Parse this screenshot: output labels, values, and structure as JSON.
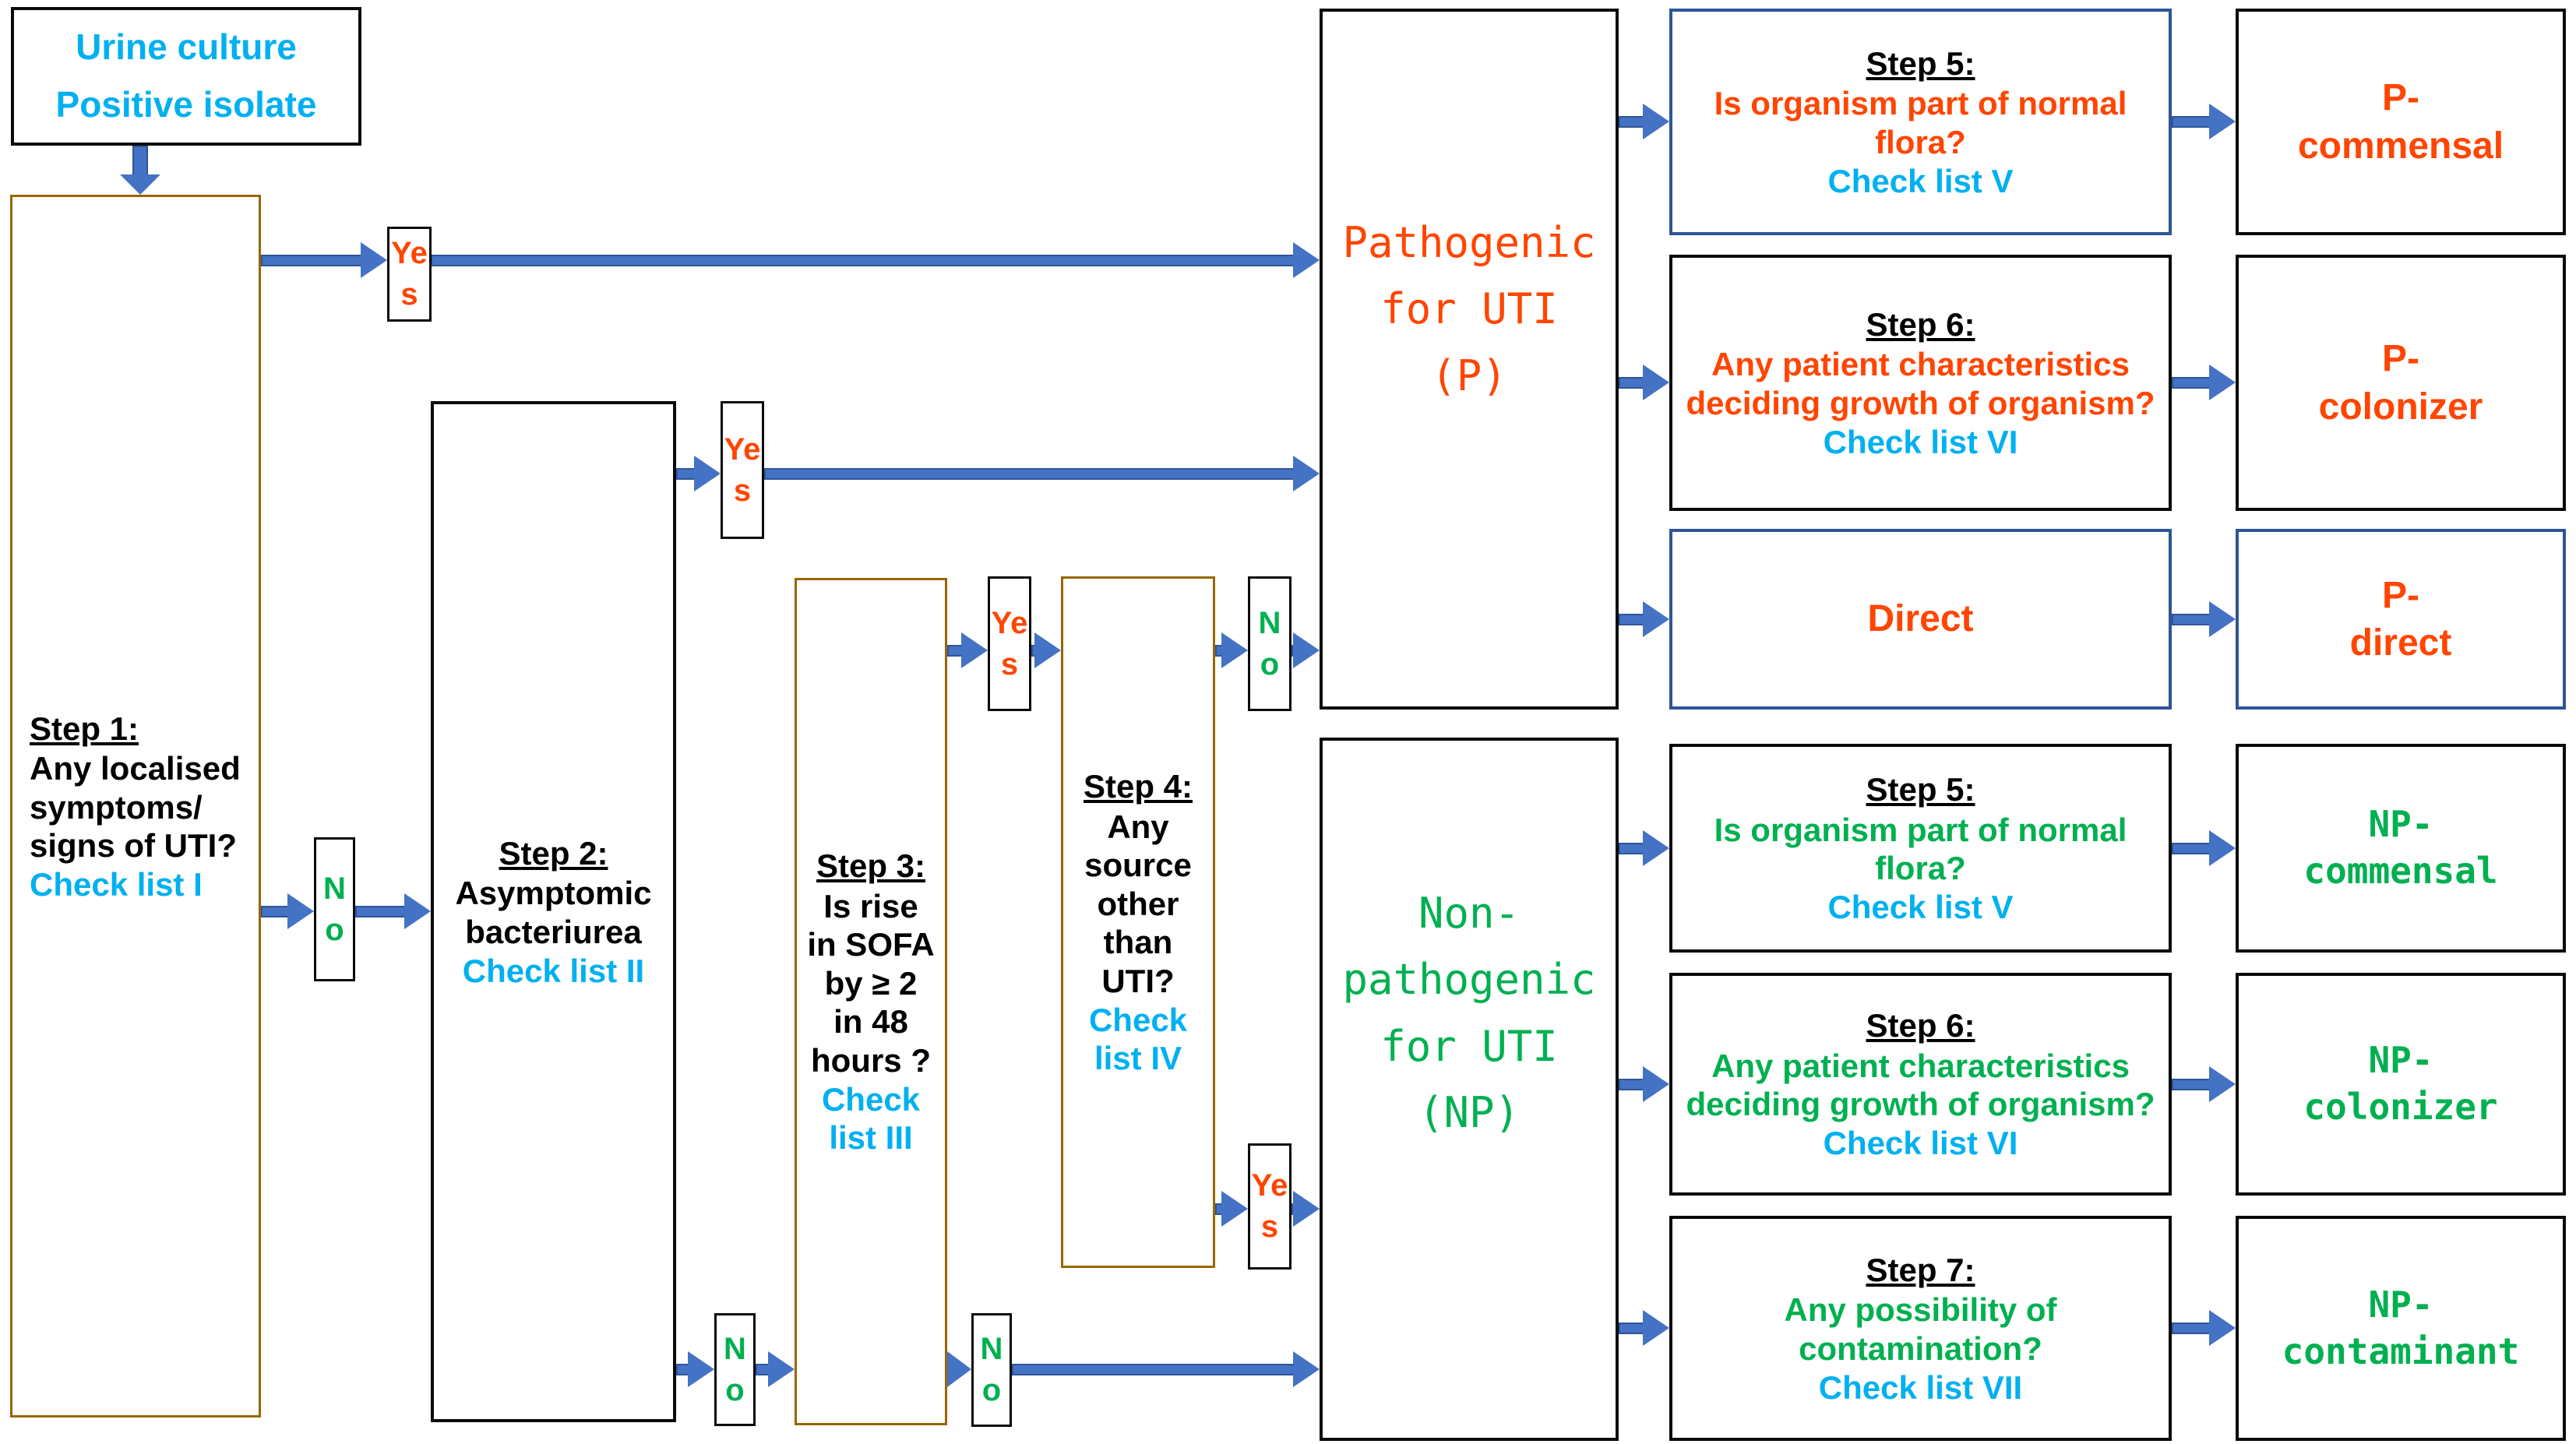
{
  "palette": {
    "orange_text": "#FF4500",
    "green_text": "#00B050",
    "cyan_text": "#00B0F0",
    "arrow_fill": "#4472C4",
    "arrow_edge": "#2E5597",
    "brown_border": "#996600",
    "blue_border": "#2F5597",
    "black_border": "#0A0A0A"
  },
  "start_box": {
    "lines": [
      "Urine culture",
      "Positive isolate"
    ]
  },
  "decision_labels": {
    "yes": "Yes",
    "no": "No"
  },
  "steps": {
    "step1": {
      "title": "Step 1:",
      "question": "Any localised symptoms/ signs of UTI?",
      "check": "Check list I"
    },
    "step2": {
      "title": "Step 2:",
      "question": "Asymptomic bacteriurea",
      "check": "Check list II"
    },
    "step3": {
      "title": "Step 3:",
      "question": "Is rise in SOFA by ≥ 2 in 48 hours ?",
      "check": "Check list III"
    },
    "step4": {
      "title": "Step 4:",
      "question": "Any source other than UTI?",
      "check": "Check list IV"
    },
    "step5_p": {
      "title": "Step 5:",
      "question": "Is organism part of normal flora?",
      "check": "Check list V"
    },
    "step6_p": {
      "title": "Step 6:",
      "question": "Any patient characteristics deciding growth of organism?",
      "check": "Check list VI"
    },
    "step5_np": {
      "title": "Step 5:",
      "question": "Is organism part of normal flora?",
      "check": "Check list V"
    },
    "step6_np": {
      "title": "Step 6:",
      "question": "Any patient characteristics deciding growth of organism?",
      "check": "Check list VI"
    },
    "step7_np": {
      "title": "Step 7:",
      "question": "Any possibility of contamination?",
      "check": "Check list VII"
    }
  },
  "categories": {
    "pathogenic": {
      "lines": [
        "Pathogenic",
        "for UTI",
        "(P)"
      ]
    },
    "non_pathogenic": {
      "lines": [
        "Non-",
        "pathogenic",
        "for UTI",
        "(NP)"
      ]
    }
  },
  "direct_label": "Direct",
  "outcomes": {
    "p_commensal": {
      "lines": [
        "P-",
        "commensal"
      ]
    },
    "p_colonizer": {
      "lines": [
        "P-",
        "colonizer"
      ]
    },
    "p_direct": {
      "lines": [
        "P-",
        "direct"
      ]
    },
    "np_commensal": {
      "lines": [
        "NP-",
        "commensal"
      ]
    },
    "np_colonizer": {
      "lines": [
        "NP-",
        "colonizer"
      ]
    },
    "np_contaminant": {
      "lines": [
        "NP-",
        "contaminant"
      ]
    }
  }
}
